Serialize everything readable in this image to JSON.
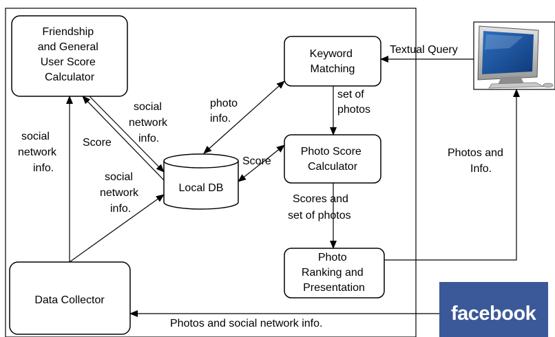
{
  "nodes": {
    "friendship": [
      "Friendship",
      "and General",
      "User Score",
      "Calculator"
    ],
    "keyword": [
      "Keyword",
      "Matching"
    ],
    "photo_score": [
      "Photo Score",
      "Calculator"
    ],
    "local_db": [
      "Local DB"
    ],
    "ranking": [
      "Photo",
      "Ranking and",
      "Presentation"
    ],
    "collector": [
      "Data Collector"
    ]
  },
  "edges": {
    "textual_query": [
      "Textual Query"
    ],
    "set_of_photos": [
      "set",
      "of",
      "photos"
    ],
    "photo_info": [
      "photo",
      "info."
    ],
    "score_friend": [
      "Score"
    ],
    "social_friend": [
      "social",
      "network",
      "info."
    ],
    "social_left": [
      "social",
      "network",
      "info."
    ],
    "social_db": [
      "social",
      "network",
      "info."
    ],
    "score_photo": [
      "Score"
    ],
    "scores_set": [
      "Scores and",
      "set of photos"
    ],
    "photos_info": [
      "Photos and",
      "Info."
    ],
    "photos_social": [
      "Photos and social network info."
    ]
  },
  "logos": {
    "facebook": "facebook",
    "facebook_color": "#3b5998"
  }
}
